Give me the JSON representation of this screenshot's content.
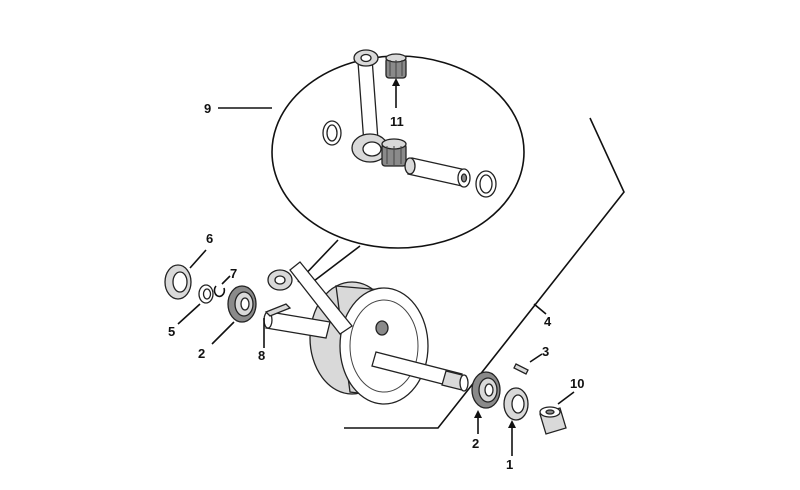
{
  "callouts": {
    "c9": "9",
    "c11": "11",
    "c6": "6",
    "c7": "7",
    "c5": "5",
    "c2a": "2",
    "c8": "8",
    "c4": "4",
    "c3": "3",
    "c10": "10",
    "c2b": "2",
    "c1": "1"
  },
  "colors": {
    "line": "#111111",
    "part_fill": "#ffffff",
    "shade": "#d9d9d9",
    "dark": "#8a8a8a"
  }
}
